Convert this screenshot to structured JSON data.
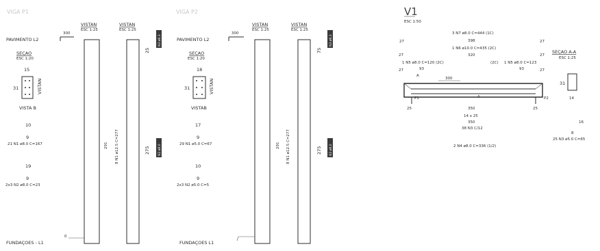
{
  "headers": {
    "left": "VIGA P1",
    "middle": "VIGA P2"
  },
  "pilar1": {
    "level_top": "PAVIMENTO L2",
    "level_top_value": "300",
    "level_bottom": "FUNDAÇOES - L1",
    "level_bottom_value": "0",
    "vista1": "VISTAN",
    "vista1_scale": "ESC 1:25",
    "vista2": "VISTAN",
    "vista2_scale": "ESC 1:25",
    "secao": "SEÇAO",
    "secao_scale": "ESC 1:20",
    "dim_top": "15",
    "dim_side": "31",
    "vista_side": "VISTAN",
    "vista_bottom": "VISTA B",
    "d1": "10",
    "d1b": "9",
    "bar1": "21 N1 ø8.0 C=167",
    "d2": "19",
    "d2b": "9",
    "bar2": "2x3 N2 ø8.0 C=23",
    "mid_label": "8 N1 ø12.5 C=277",
    "mid_num": "291",
    "tag_top_num": "25",
    "tag_top": "N3 ø6.3",
    "tag_mid_num": "275",
    "tag_mid": "N2 ø8.0"
  },
  "pilar2": {
    "level_top": "PAVIMENTO L2",
    "level_top_value": "300",
    "level_bottom": "FUNDAÇOES L1",
    "vista1": "VISTAN",
    "vista1_scale": "ESC 1:25",
    "vista2": "VISTAN",
    "vista2_scale": "ESC 1:25",
    "secao": "SEÇAO",
    "secao_scale": "ESC 1:20",
    "dim_top": "18",
    "dim_side": "31",
    "vista_side": "VISTAN",
    "vista_bottom": "VISTAB",
    "d1": "17",
    "d1b": "9",
    "bar1": "29 N1 ø5.0 C=67",
    "d2": "10",
    "d2b": "9",
    "bar2": "2x3 N2 ø5.0 C=5",
    "mid_label": "8 N1 ø12.5 C=277",
    "mid_num": "291",
    "tag_top_num": "75",
    "tag_top": "N3 ø6.3",
    "tag_mid_num": "275",
    "tag_mid": "N2 ø8.0"
  },
  "beam": {
    "title": "V1",
    "scale": "ESC 1:50",
    "top_bar": "3 N7 ø8.0 C=444 (1C)",
    "top_len": "398",
    "top_bar2": "1 N6 ø10.0 C=435 (2C)",
    "d27a": "27",
    "d27b": "27",
    "d27c": "27",
    "d27d": "27",
    "d27e": "27",
    "d27f": "27",
    "mid_len": "320",
    "left_bar": "1 N5 ø8.0 C=120 (2C)",
    "right_bar_pre": "(2C)",
    "right_bar": "1 N5 ø8.0 C=123",
    "d93a": "93",
    "d93b": "93",
    "cut_a": "A",
    "span_len": "300",
    "sup_left": "P1",
    "sup_right": "P2",
    "cut_mid": "A",
    "d25a": "25",
    "d25b": "25",
    "bot_len": "350",
    "stirrup_dim": "14 x 25",
    "stirrup_len": "350",
    "stirrup_label": "38 N3 C/12",
    "bottom_bar": "2 N4 ø8.0 C=336 (1/2)",
    "secao_title": "SEÇAO A-A",
    "secao_scale": "ESC 1:25",
    "secao_side": "31",
    "secao_w": "14",
    "secao_d": "16",
    "secao_d2": "8",
    "secao_bar": "25 N3 ø5.0 C=65"
  }
}
